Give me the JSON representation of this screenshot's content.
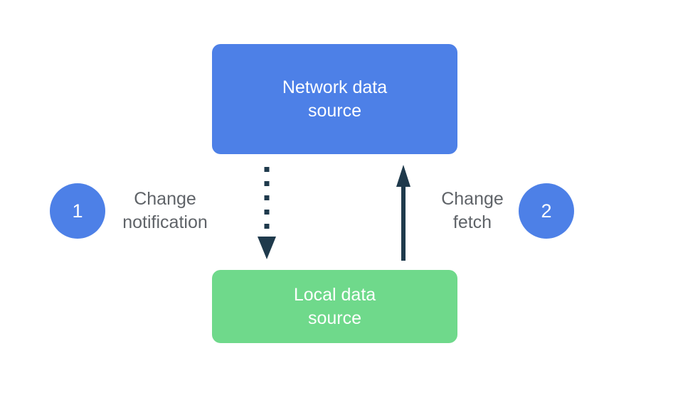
{
  "diagram": {
    "nodes": [
      {
        "id": "network-data-source",
        "label": "Network data source"
      },
      {
        "id": "local-data-source",
        "label": "Local data source"
      }
    ],
    "steps": [
      {
        "number": "1",
        "label": "Change notification"
      },
      {
        "number": "2",
        "label": "Change fetch"
      }
    ],
    "arrows": [
      {
        "name": "change-notification-arrow",
        "style": "dotted",
        "direction": "down",
        "from": "network-data-source",
        "to": "local-data-source"
      },
      {
        "name": "change-fetch-arrow",
        "style": "solid",
        "direction": "up",
        "from": "local-data-source",
        "to": "network-data-source"
      }
    ]
  },
  "colors": {
    "node_network": "#4d80e7",
    "node_local": "#6fd98b",
    "badge": "#4d80e7",
    "arrow": "#1f3a4c",
    "label_text": "#5f6368",
    "node_text": "#ffffff",
    "background": "#ffffff"
  }
}
